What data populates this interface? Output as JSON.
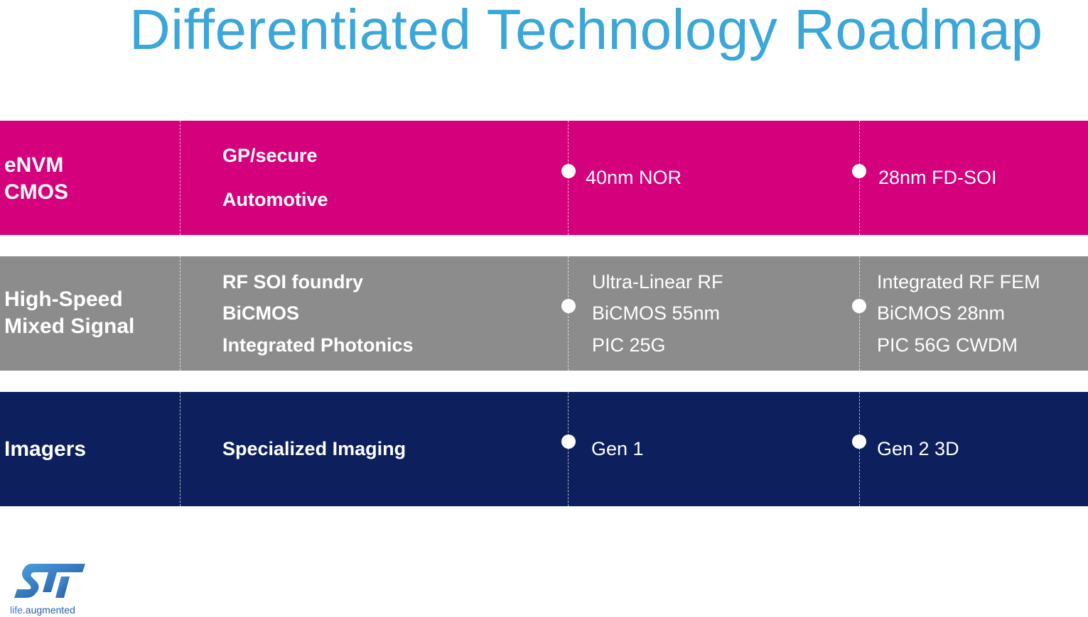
{
  "title": "Differentiated Technology Roadmap",
  "colors": {
    "title": "#3ba6d9",
    "envm": "#d4007c",
    "hsms": "#8c8c8c",
    "imagers": "#0d1f5c"
  },
  "rows": [
    {
      "category": [
        "eNVM",
        "CMOS"
      ],
      "focus": [
        "GP/secure",
        "Automotive"
      ],
      "current": [
        "40nm NOR"
      ],
      "next": [
        "28nm FD-SOI"
      ]
    },
    {
      "category": [
        "High-Speed",
        "Mixed Signal"
      ],
      "focus": [
        "RF SOI foundry",
        "BiCMOS",
        "Integrated Photonics"
      ],
      "current": [
        "Ultra-Linear RF",
        "BiCMOS 55nm",
        "PIC 25G"
      ],
      "next": [
        "Integrated RF FEM",
        "BiCMOS 28nm",
        "PIC 56G CWDM"
      ]
    },
    {
      "category": [
        "Imagers"
      ],
      "focus": [
        "Specialized Imaging"
      ],
      "current": [
        "Gen 1"
      ],
      "next": [
        "Gen 2 3D"
      ]
    }
  ],
  "logo": {
    "icon": "st-logo",
    "tagline_pre": "life",
    "tagline_dot": ".",
    "tagline_post": "augmented"
  }
}
